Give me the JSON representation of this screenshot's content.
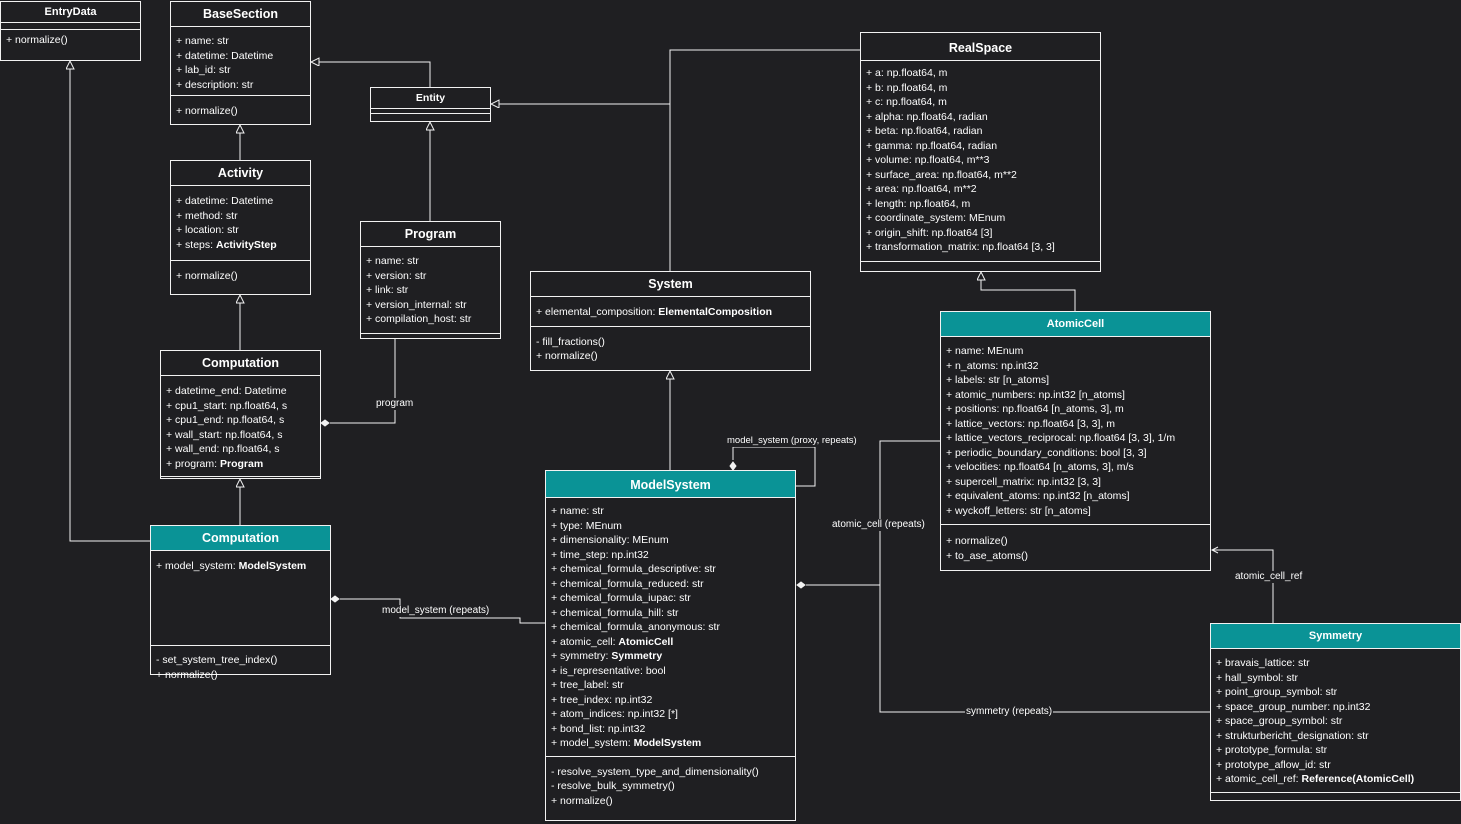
{
  "classes": {
    "entry_data": {
      "title": "EntryData",
      "methods": [
        "+ normalize()"
      ]
    },
    "base_section": {
      "title": "BaseSection",
      "attrs": [
        "+ name: str",
        "+ datetime: Datetime",
        "+ lab_id: str",
        "+ description: str"
      ],
      "methods": [
        "+ normalize()"
      ]
    },
    "entity": {
      "title": "Entity"
    },
    "activity": {
      "title": "Activity",
      "attrs": [
        "+ datetime: Datetime",
        "+ method: str",
        "+ location: str"
      ],
      "steps_prefix": "+ steps: ",
      "steps_type": "ActivityStep",
      "methods": [
        "+ normalize()"
      ]
    },
    "program": {
      "title": "Program",
      "attrs": [
        "+ name: str",
        "+ version: str",
        "+ link: str",
        "+ version_internal: str",
        "+ compilation_host: str"
      ]
    },
    "computation_base": {
      "title": "Computation",
      "attrs": [
        "+ datetime_end: Datetime",
        "+ cpu1_start: np.float64, s",
        "+ cpu1_end: np.float64, s",
        "+ wall_start: np.float64, s",
        "+ wall_end: np.float64, s"
      ],
      "program_prefix": "+ program: ",
      "program_type": "Program"
    },
    "computation": {
      "title": "Computation",
      "ms_prefix": "+ model_system: ",
      "ms_type": "ModelSystem",
      "methods": [
        "- set_system_tree_index()",
        "+ normalize()"
      ]
    },
    "system": {
      "title": "System",
      "ec_prefix": "+ elemental_composition: ",
      "ec_type": "ElementalComposition",
      "methods": [
        "- fill_fractions()",
        "+ normalize()"
      ]
    },
    "real_space": {
      "title": "RealSpace",
      "attrs": [
        "+ a: np.float64, m",
        "+ b: np.float64, m",
        "+ c: np.float64, m",
        "+ alpha: np.float64, radian",
        "+ beta: np.float64, radian",
        "+ gamma: np.float64, radian",
        "+ volume: np.float64, m**3",
        "+ surface_area: np.float64, m**2",
        "+ area: np.float64, m**2",
        "+ length: np.float64, m",
        "+ coordinate_system: MEnum",
        "+ origin_shift: np.float64 [3]",
        "+ transformation_matrix: np.float64 [3, 3]"
      ]
    },
    "atomic_cell": {
      "title": "AtomicCell",
      "attrs": [
        "+ name: MEnum",
        "+ n_atoms: np.int32",
        "+ labels: str [n_atoms]",
        "+ atomic_numbers: np.int32 [n_atoms]",
        "+ positions: np.float64 [n_atoms, 3], m",
        "+ lattice_vectors: np.float64 [3, 3], m",
        "+ lattice_vectors_reciprocal: np.float64 [3, 3], 1/m",
        "+ periodic_boundary_conditions: bool [3, 3]",
        "+ velocities: np.float64 [n_atoms, 3], m/s",
        "+ supercell_matrix: np.int32 [3, 3]",
        "+ equivalent_atoms: np.int32 [n_atoms]",
        "+ wyckoff_letters: str [n_atoms]"
      ],
      "methods": [
        "+ normalize()",
        "+ to_ase_atoms()"
      ]
    },
    "model_system": {
      "title": "ModelSystem",
      "attrs_a": [
        "+ name: str",
        "+ type: MEnum",
        "+ dimensionality: MEnum",
        "+ time_step: np.int32",
        "+ chemical_formula_descriptive: str",
        "+ chemical_formula_reduced: str",
        "+ chemical_formula_iupac: str",
        "+ chemical_formula_hill: str",
        "+ chemical_formula_anonymous: str"
      ],
      "ac_prefix": "+ atomic_cell: ",
      "ac_type": "AtomicCell",
      "sym_prefix": "+ symmetry: ",
      "sym_type": "Symmetry",
      "attrs_b": [
        "+ is_representative: bool",
        "+ tree_label: str",
        "+ tree_index: np.int32",
        "+ atom_indices: np.int32 [*]",
        "+ bond_list: np.int32"
      ],
      "ms_prefix": "+ model_system: ",
      "ms_type": "ModelSystem",
      "methods": [
        "- resolve_system_type_and_dimensionality()",
        "- resolve_bulk_symmetry()",
        "+ normalize()"
      ]
    },
    "symmetry": {
      "title": "Symmetry",
      "attrs": [
        "+ bravais_lattice: str",
        "+ hall_symbol: str",
        "+ point_group_symbol: str",
        "+ space_group_number: np.int32",
        "+ space_group_symbol: str",
        "+ strukturbericht_designation: str",
        "+ prototype_formula: str",
        "+ prototype_aflow_id: str"
      ],
      "ref_prefix": "+ atomic_cell_ref: ",
      "ref_type": "Reference(AtomicCell)"
    }
  },
  "labels": {
    "program": "program",
    "model_system_proxy": "model_system (proxy, repeats)",
    "atomic_cell_repeats": "atomic_cell (repeats)",
    "model_system_repeats": "model_system (repeats)",
    "symmetry_repeats": "symmetry (repeats)",
    "atomic_cell_ref": "atomic_cell_ref"
  },
  "colors": {
    "background": "#1f1f22",
    "line": "#f2f2f2",
    "accent": "#0a9396"
  }
}
